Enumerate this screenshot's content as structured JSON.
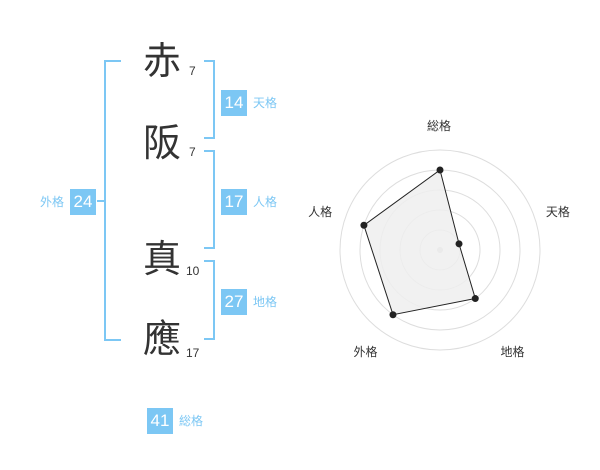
{
  "name": {
    "chars": [
      {
        "kanji": "赤",
        "strokes": "7"
      },
      {
        "kanji": "阪",
        "strokes": "7"
      },
      {
        "kanji": "真",
        "strokes": "10"
      },
      {
        "kanji": "應",
        "strokes": "17"
      }
    ]
  },
  "fortunes": {
    "tenkaku": {
      "value": "14",
      "label": "天格"
    },
    "jinkaku": {
      "value": "17",
      "label": "人格"
    },
    "chikaku": {
      "value": "27",
      "label": "地格"
    },
    "gaikaku": {
      "value": "24",
      "label": "外格"
    },
    "soukaku": {
      "value": "41",
      "label": "総格"
    }
  },
  "chart_data": {
    "type": "radar",
    "axes": [
      "総格",
      "天格",
      "地格",
      "外格",
      "人格"
    ],
    "rings": 5,
    "values": [
      4,
      1,
      3,
      4,
      4
    ],
    "max": 5,
    "colors": {
      "fill": "#efefef",
      "line": "#222222",
      "grid": "#dddddd",
      "accent": "#7cc7f4"
    }
  }
}
